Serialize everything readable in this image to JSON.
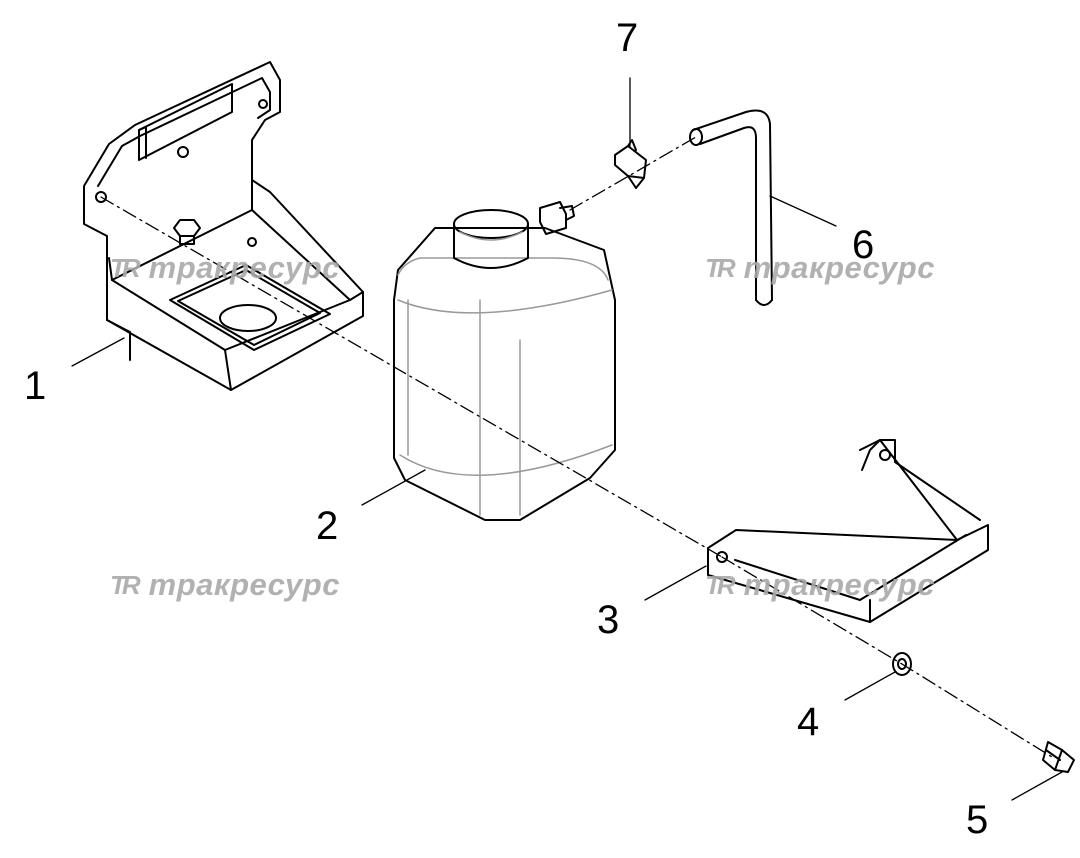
{
  "callouts": [
    {
      "id": "1",
      "label": "1"
    },
    {
      "id": "2",
      "label": "2"
    },
    {
      "id": "3",
      "label": "3"
    },
    {
      "id": "4",
      "label": "4"
    },
    {
      "id": "5",
      "label": "5"
    },
    {
      "id": "6",
      "label": "6"
    },
    {
      "id": "7",
      "label": "7"
    }
  ],
  "watermark": {
    "logo": "TR",
    "text": "тракресурс",
    "color": "#a9a9a9"
  },
  "colors": {
    "line": "#000000",
    "tank_outline": "#999999",
    "background": "#ffffff"
  }
}
